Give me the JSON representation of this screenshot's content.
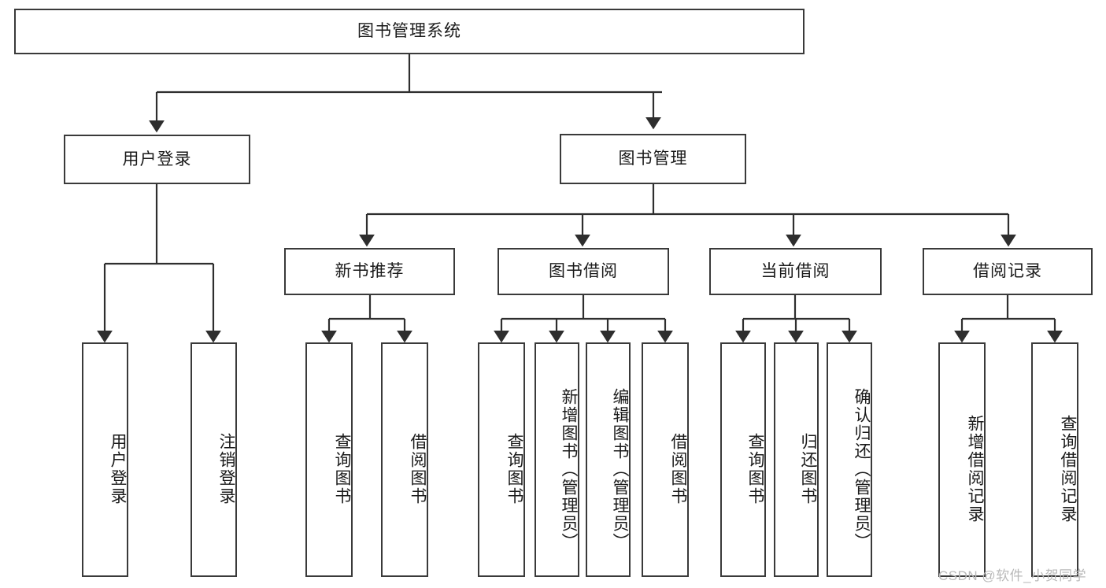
{
  "diagram": {
    "title": "图书管理系统",
    "type": "functional-structure-tree",
    "root": {
      "label": "图书管理系统"
    },
    "level2": [
      {
        "label": "用户登录"
      },
      {
        "label": "图书管理"
      }
    ],
    "level3": [
      {
        "label": "新书推荐"
      },
      {
        "label": "图书借阅"
      },
      {
        "label": "当前借阅"
      },
      {
        "label": "借阅记录"
      }
    ],
    "leaves": {
      "user_login": [
        {
          "label": "用户登录"
        },
        {
          "label": "注销登录"
        }
      ],
      "new_book_recommend": [
        {
          "label": "查询图书"
        },
        {
          "label": "借阅图书"
        }
      ],
      "book_borrow": [
        {
          "label": "查询图书"
        },
        {
          "label": "新增图书（管理员）"
        },
        {
          "label": "编辑图书（管理员）"
        },
        {
          "label": "借阅图书"
        }
      ],
      "current_borrow": [
        {
          "label": "查询图书"
        },
        {
          "label": "归还图书"
        },
        {
          "label": "确认归还（管理员）"
        }
      ],
      "borrow_record": [
        {
          "label": "新增借阅记录"
        },
        {
          "label": "查询借阅记录"
        }
      ]
    },
    "watermark": "CSDN @软件_小贺同学",
    "colors": {
      "node_border": "#3a3a3a",
      "node_fill": "#ffffff",
      "edge": "#2e2e2e",
      "text": "#1a1a1a",
      "watermark": "#b9b9b9",
      "background": "#ffffff"
    }
  }
}
